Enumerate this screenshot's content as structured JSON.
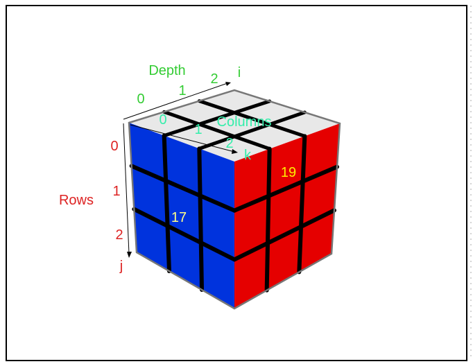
{
  "colors": {
    "frame": "#000000",
    "background": "#ffffff",
    "front_face": "#0033dd",
    "right_face": "#e50000",
    "top_face": "#e8e8e8",
    "grid": "#000000",
    "cube_outline": "#777777",
    "depth_color": "#33cc33",
    "columns_color": "#33eeaa",
    "rows_color": "#dd2222",
    "front_number_color": "#ffff88",
    "right_number_color": "#ffee00"
  },
  "labels": {
    "depth": "Depth",
    "depth_index": "i",
    "depth_ticks": [
      "0",
      "1",
      "2"
    ],
    "columns": "Columns",
    "columns_index": "k",
    "columns_ticks": [
      "0",
      "1",
      "2"
    ],
    "rows": "Rows",
    "rows_index": "j",
    "rows_ticks": [
      "0",
      "1",
      "2"
    ]
  },
  "cube": {
    "front_cell_value": "17",
    "right_cell_value": "19"
  }
}
